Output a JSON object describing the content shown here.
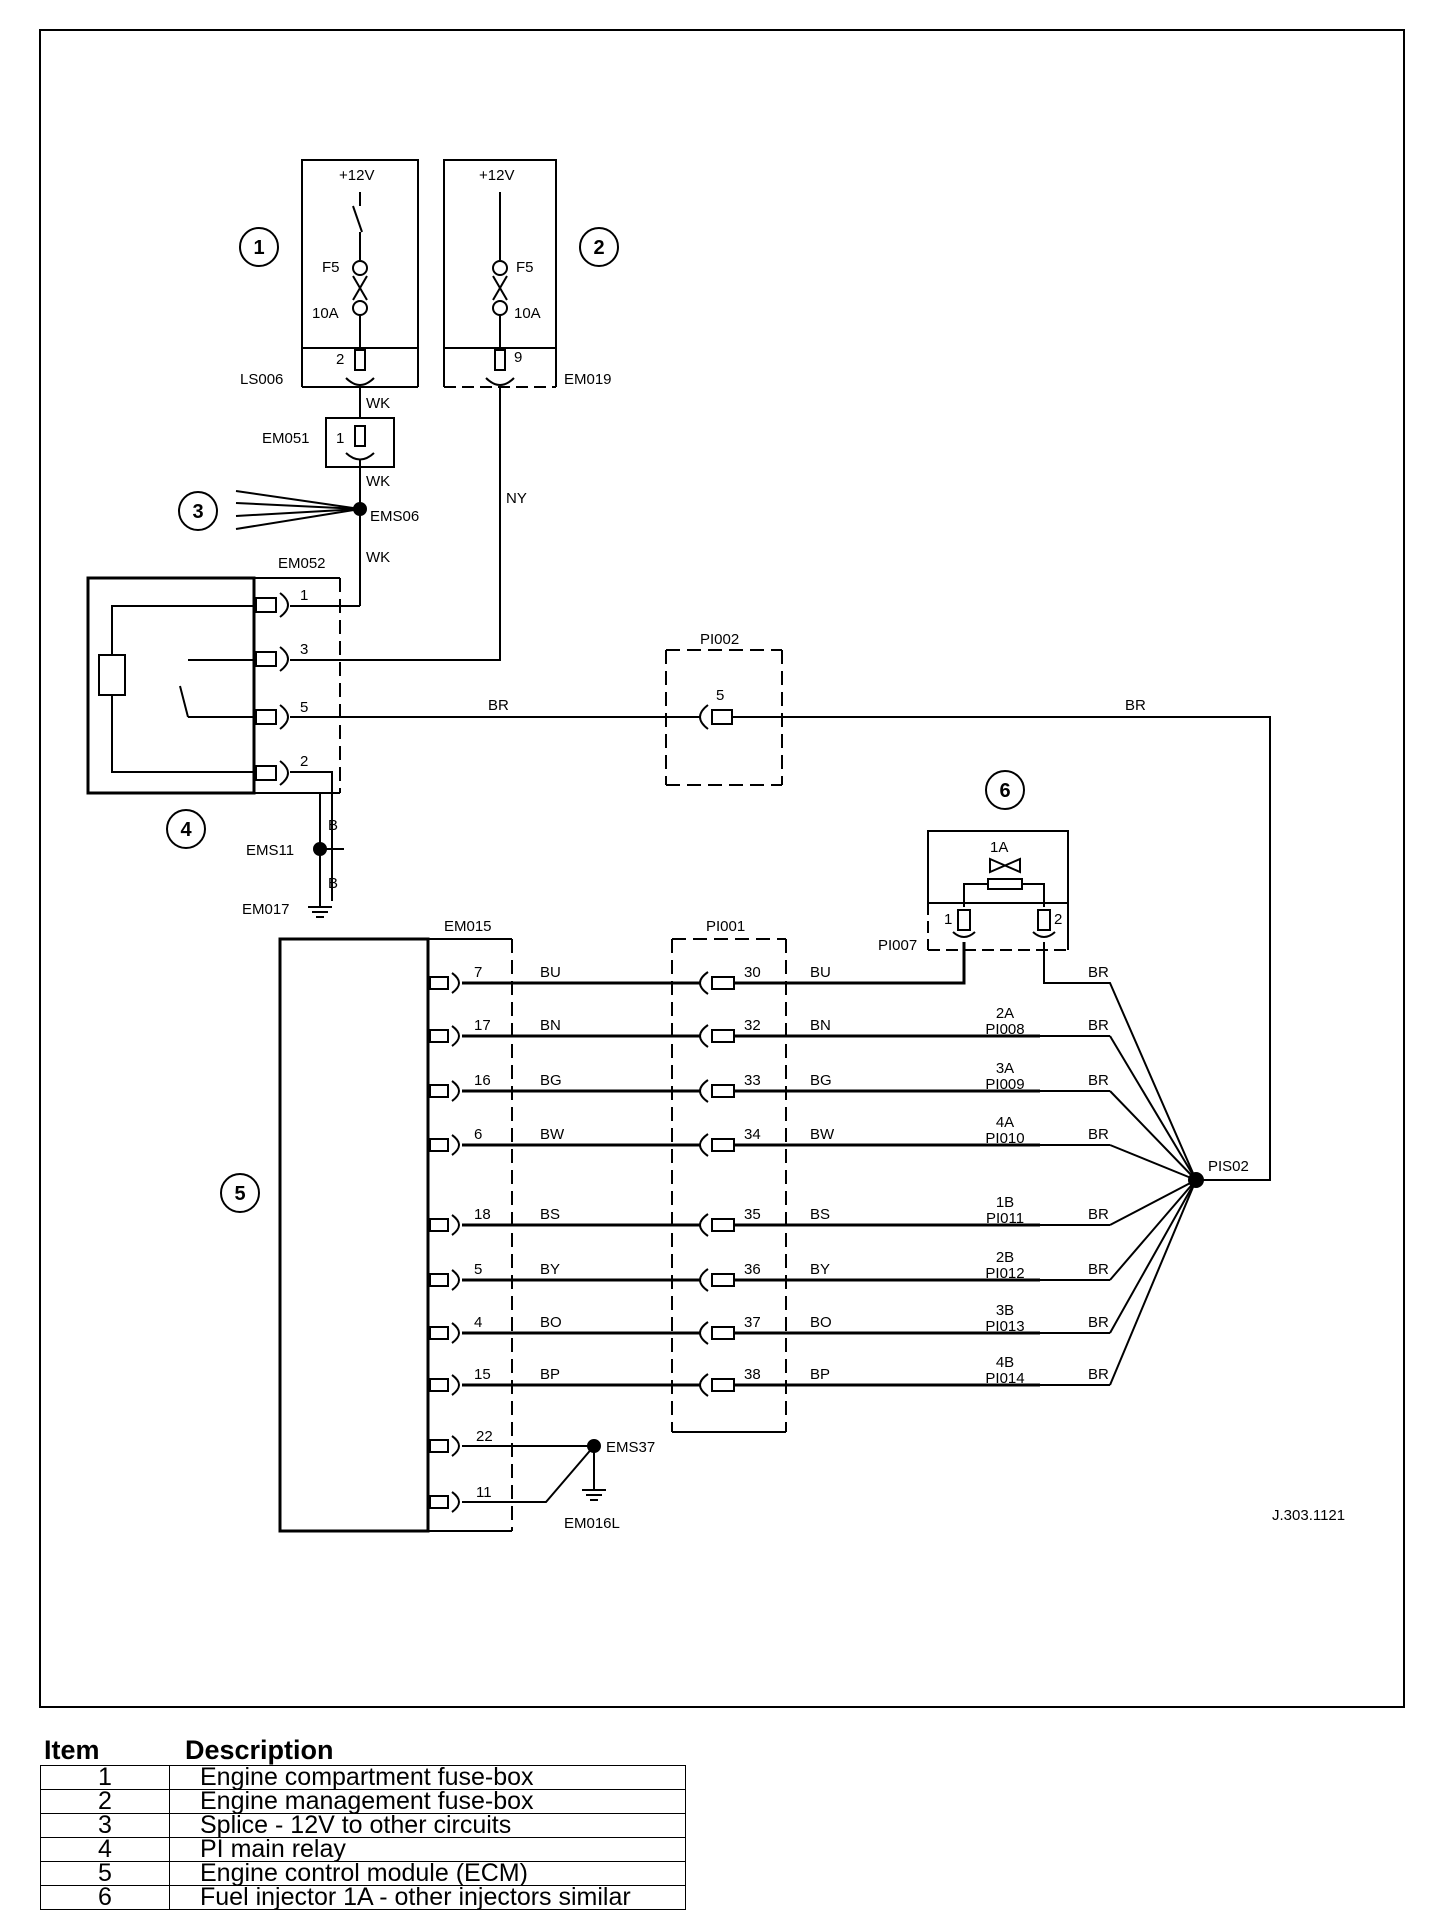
{
  "voltage_labels": {
    "fusebox1": "+12V",
    "fusebox2": "+12V"
  },
  "item_markers": [
    "1",
    "2",
    "3",
    "4",
    "5",
    "6"
  ],
  "fuses": {
    "fusebox1": {
      "id": "F5",
      "rating": "10A",
      "pin": "2"
    },
    "fusebox2": {
      "id": "F5",
      "rating": "10A",
      "pin": "9"
    }
  },
  "connectors": {
    "ls006": "LS006",
    "em019": "EM019",
    "em051": "EM051",
    "em051_pin": "1",
    "em052": "EM052",
    "pi002": "PI002",
    "pi002_pin": "5",
    "em015": "EM015",
    "pi001": "PI001",
    "pi007": "PI007",
    "em017": "EM017",
    "em016l": "EM016L"
  },
  "splices": {
    "ems06": "EMS06",
    "ems11": "EMS11",
    "ems37": "EMS37",
    "pis02": "PIS02"
  },
  "wire_colors": {
    "wk1": "WK",
    "wk2": "WK",
    "wk3": "WK",
    "ny": "NY",
    "br_left": "BR",
    "br_right": "BR",
    "b1": "B",
    "b2": "B"
  },
  "relay_pins": [
    "1",
    "3",
    "5",
    "2"
  ],
  "injector": {
    "label": "1A",
    "pin1": "1",
    "pin2": "2"
  },
  "signal_rows": [
    {
      "ecm_pin": "7",
      "wire": "BU",
      "pi_pin": "30",
      "wire2": "BU",
      "inj_top": "",
      "inj_bottom": "",
      "ret": "BR"
    },
    {
      "ecm_pin": "17",
      "wire": "BN",
      "pi_pin": "32",
      "wire2": "BN",
      "inj_top": "2A",
      "inj_bottom": "PI008",
      "ret": "BR"
    },
    {
      "ecm_pin": "16",
      "wire": "BG",
      "pi_pin": "33",
      "wire2": "BG",
      "inj_top": "3A",
      "inj_bottom": "PI009",
      "ret": "BR"
    },
    {
      "ecm_pin": "6",
      "wire": "BW",
      "pi_pin": "34",
      "wire2": "BW",
      "inj_top": "4A",
      "inj_bottom": "PI010",
      "ret": "BR"
    },
    {
      "ecm_pin": "18",
      "wire": "BS",
      "pi_pin": "35",
      "wire2": "BS",
      "inj_top": "1B",
      "inj_bottom": "PI011",
      "ret": "BR"
    },
    {
      "ecm_pin": "5",
      "wire": "BY",
      "pi_pin": "36",
      "wire2": "BY",
      "inj_top": "2B",
      "inj_bottom": "PI012",
      "ret": "BR"
    },
    {
      "ecm_pin": "4",
      "wire": "BO",
      "pi_pin": "37",
      "wire2": "BO",
      "inj_top": "3B",
      "inj_bottom": "PI013",
      "ret": "BR"
    },
    {
      "ecm_pin": "15",
      "wire": "BP",
      "pi_pin": "38",
      "wire2": "BP",
      "inj_top": "4B",
      "inj_bottom": "PI014",
      "ret": "BR"
    }
  ],
  "ground_pins": [
    "22",
    "11"
  ],
  "reference": "J.303.1121",
  "legend": {
    "header_item": "Item",
    "header_desc": "Description",
    "rows": [
      {
        "num": "1",
        "desc": "Engine compartment fuse-box"
      },
      {
        "num": "2",
        "desc": "Engine management fuse-box"
      },
      {
        "num": "3",
        "desc": "Splice - 12V to other circuits"
      },
      {
        "num": "4",
        "desc": "PI main relay"
      },
      {
        "num": "5",
        "desc": "Engine control module (ECM)"
      },
      {
        "num": "6",
        "desc": "Fuel injector 1A - other injectors similar"
      }
    ]
  }
}
